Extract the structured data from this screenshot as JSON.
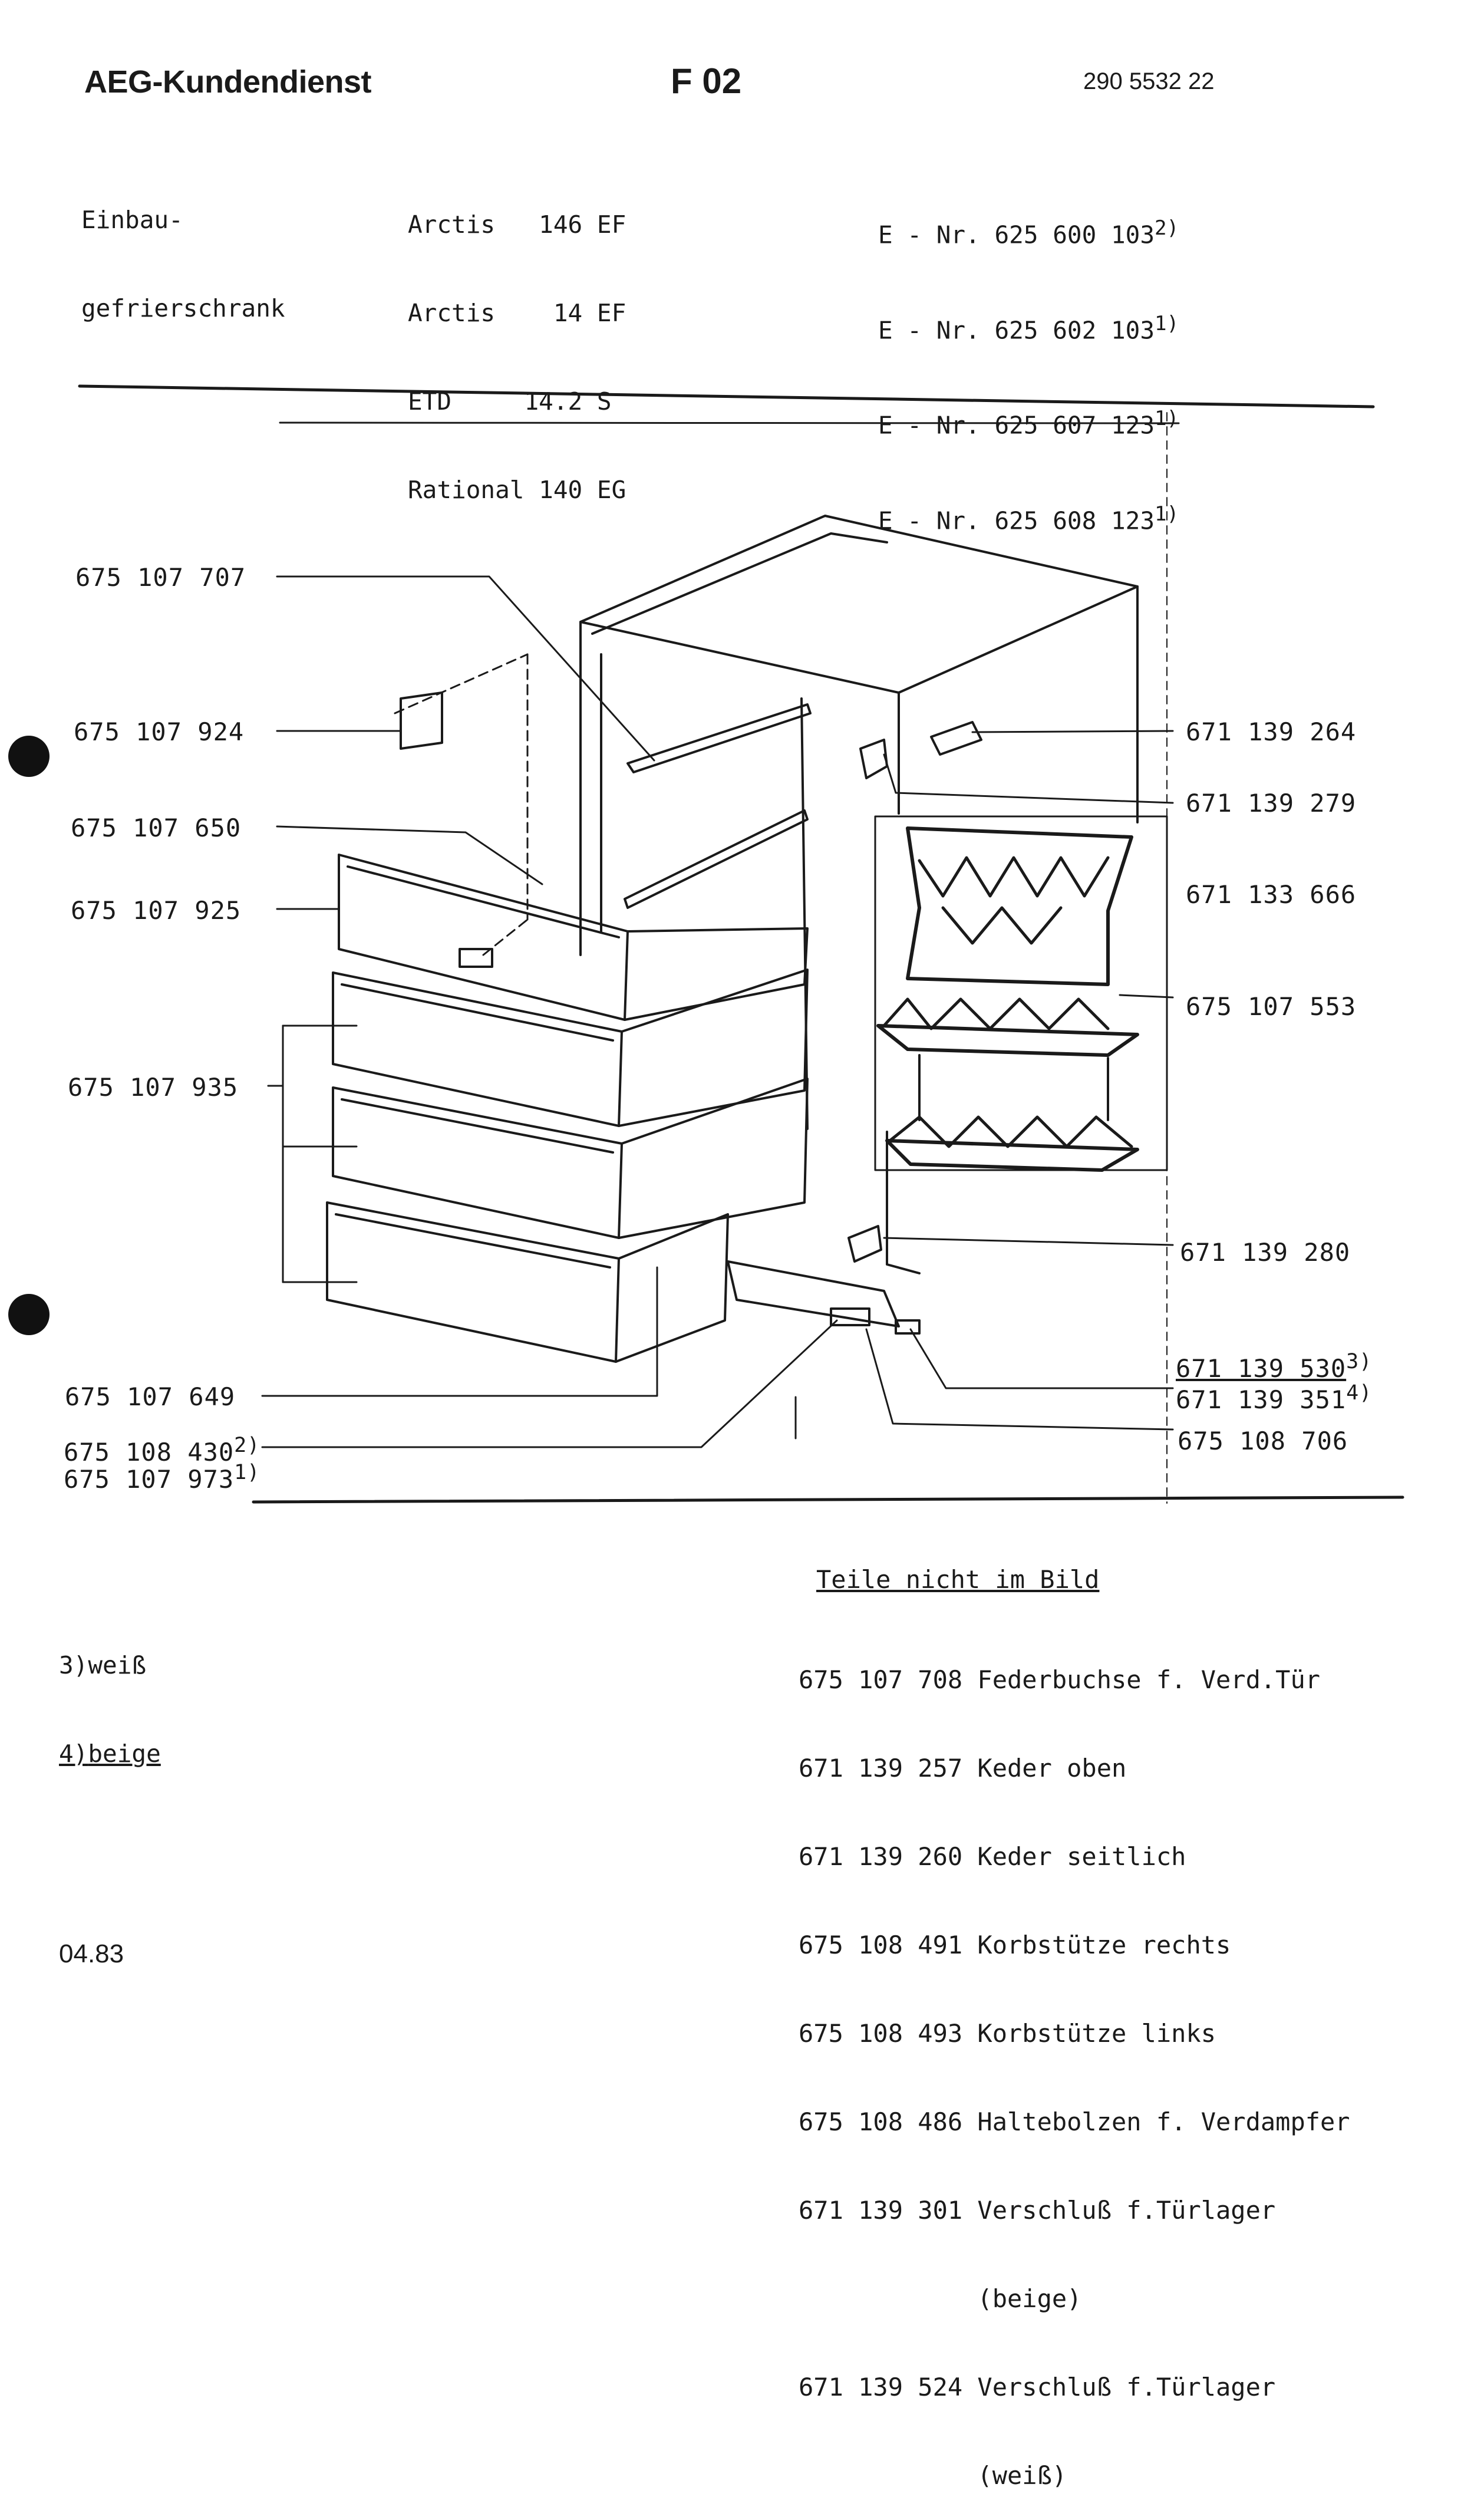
{
  "header": {
    "brand": "AEG-Kundendienst",
    "sheet_code": "F 02",
    "document_number": "290 5532 22"
  },
  "appliance": {
    "type_line1": "Einbau-",
    "type_line2": "gefrierschrank",
    "models": [
      "Arctis   146 EF",
      "Arctis    14 EF",
      "ETD     14.2 S",
      "Rational 140 EG"
    ],
    "e_numbers": [
      {
        "label": "E - Nr. 625 600 103",
        "note": "2)"
      },
      {
        "label": "E - Nr. 625 602 103",
        "note": "1)"
      },
      {
        "label": "E - Nr. 625 607 123",
        "note": "1)"
      },
      {
        "label": "E - Nr. 625 608 123",
        "note": "1)"
      }
    ]
  },
  "callouts": {
    "left": [
      {
        "number": "675 107 707"
      },
      {
        "number": "675 107 924"
      },
      {
        "number": "675 107 650"
      },
      {
        "number": "675 107 925"
      },
      {
        "number": "675 107 935"
      },
      {
        "number": "675 107 649"
      },
      {
        "number": "675 108 430",
        "note": "2)"
      },
      {
        "number": "675 107 973",
        "note": "1)"
      }
    ],
    "right": [
      {
        "number": "671 139 264"
      },
      {
        "number": "671 139 279"
      },
      {
        "number": "671 133 666"
      },
      {
        "number": "675 107 553"
      },
      {
        "number": "671 139 280"
      },
      {
        "number": "671 139 530",
        "note": "3)"
      },
      {
        "number": "671 139 351",
        "note": "4)"
      },
      {
        "number": "675 108 706"
      }
    ]
  },
  "color_notes": [
    {
      "marker": "3)",
      "text": "weiß"
    },
    {
      "marker": "4)",
      "text": "beige"
    }
  ],
  "parts_not_shown": {
    "title": "Teile nicht im Bild",
    "items": [
      "675 107 708 Federbuchse f. Verd.Tür",
      "671 139 257 Keder oben",
      "671 139 260 Keder seitlich",
      "675 108 491 Korbstütze rechts",
      "675 108 493 Korbstütze links",
      "675 108 486 Haltebolzen f. Verdampfer",
      "671 139 301 Verschluß f.Türlager",
      "            (beige)",
      "671 139 524 Verschluß f.Türlager",
      "            (weiß)"
    ]
  },
  "footer": {
    "date": "04.83"
  }
}
